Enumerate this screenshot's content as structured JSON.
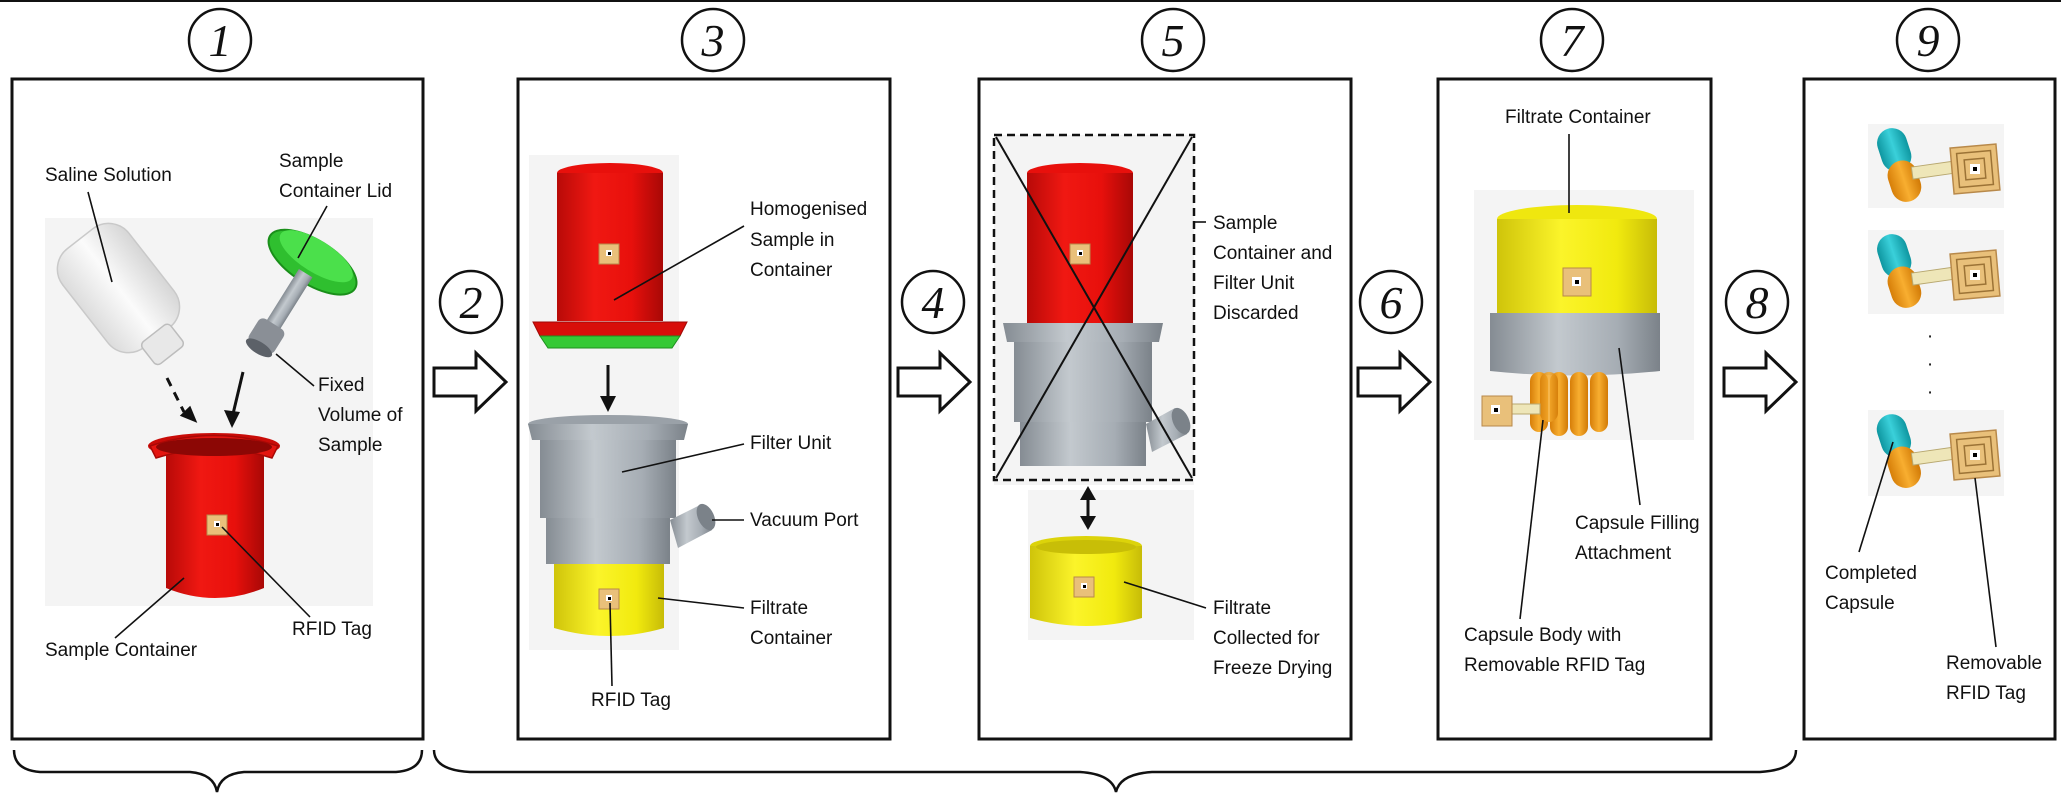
{
  "steps": [
    "1",
    "2",
    "3",
    "4",
    "5",
    "6",
    "7",
    "8",
    "9"
  ],
  "labels": {
    "saline_solution": "Saline Solution",
    "sample_container_lid": [
      "Sample",
      "Container Lid"
    ],
    "fixed_volume": [
      "Fixed",
      "Volume of",
      "Sample"
    ],
    "sample_container": "Sample Container",
    "rfid_tag": "RFID Tag",
    "homogenised_sample": [
      "Homogenised",
      "Sample in",
      "Container"
    ],
    "filter_unit": "Filter Unit",
    "vacuum_port": "Vacuum Port",
    "filtrate_container_two_line": [
      "Filtrate",
      "Container"
    ],
    "discarded": [
      "Sample",
      "Container and",
      "Filter Unit",
      "Discarded"
    ],
    "filtrate_collected": [
      "Filtrate",
      "Collected for",
      "Freeze Drying"
    ],
    "filtrate_container": "Filtrate Container",
    "capsule_filling": [
      "Capsule Filling",
      "Attachment"
    ],
    "capsule_body": [
      "Capsule Body with",
      "Removable RFID Tag"
    ],
    "completed_capsule": [
      "Completed",
      "Capsule"
    ],
    "removable_rfid": [
      "Removable",
      "RFID Tag"
    ],
    "ellipsis": [
      "·",
      "·",
      "·"
    ]
  },
  "colors": {
    "container_red": "#e8100c",
    "lid_green": "#3ad43a",
    "filter_grey": "#a6adb4",
    "filtrate_yellow": "#f1ea0e",
    "capsule_teal": "#1ab8c4",
    "capsule_orange": "#f39a14",
    "rfid_tan": "#e9c07a",
    "bottle_white": "#f2f2f2"
  },
  "icons": [
    "arrow-right-icon",
    "arrow-down-icon",
    "double-arrow-icon",
    "cross-out-icon",
    "brace-icon"
  ]
}
